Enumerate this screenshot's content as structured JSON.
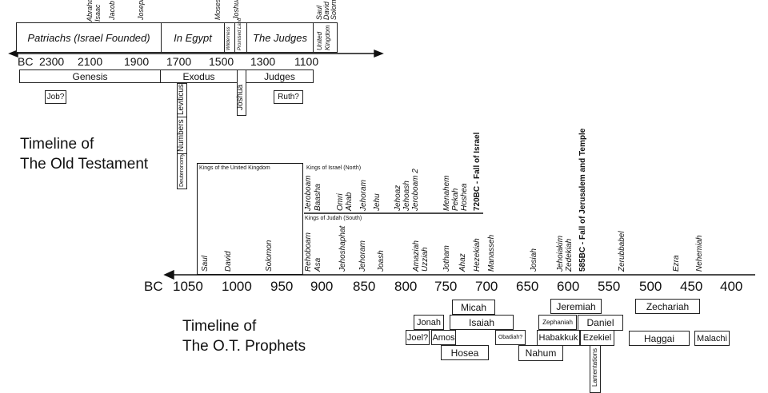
{
  "colors": {
    "ink": "#111111",
    "line": "#222222",
    "background": "#ffffff"
  },
  "titles": {
    "ot_line1": "Timeline of",
    "ot_line2": "The Old Testament",
    "prophets_line1": "Timeline of",
    "prophets_line2": "The O.T. Prophets"
  },
  "top": {
    "persons": [
      "Abraham",
      "Isaac",
      "Jacob",
      "Joseph",
      "Moses",
      "Joshua",
      "Saul",
      "David",
      "Solomon"
    ],
    "eras": {
      "patriarchs": "Patriachs (Israel Founded)",
      "egypt": "In Egypt",
      "wilderness": "Wilderness",
      "promised_land": "Promised Land",
      "judges": "The Judges",
      "united": "United",
      "kingdom": "Kingdom"
    },
    "axis": {
      "prefix": "BC",
      "ticks": [
        "2300",
        "2100",
        "1900",
        "1700",
        "1500",
        "1300",
        "1100"
      ]
    },
    "books": {
      "genesis": "Genesis",
      "exodus": "Exodus",
      "judges": "Judges",
      "joshua": "Joshua",
      "leviticus": "Leviticus",
      "numbers": "Numbers",
      "deuteronomy": "Deuteronomy",
      "job": "Job?",
      "ruth": "Ruth?"
    }
  },
  "kings": {
    "united_label": "Kings of the United Kingdom",
    "israel_label": "Kings of Israel (North)",
    "judah_label": "Kings of Judah (South)",
    "united": [
      "Saul",
      "David",
      "Solomon"
    ],
    "israel": [
      "Jeroboam",
      "Baasha",
      "Omri",
      "Ahab",
      "Jehoram",
      "Jehu",
      "Jehoaz",
      "Jehoash",
      "Jeroboam 2",
      "Menahem",
      "Pekah",
      "Hoshea"
    ],
    "israel_fall": "720BC - Fall of Israel",
    "judah": [
      "Rehoboam",
      "Asa",
      "Jehoshaphat",
      "Jehoram",
      "Joash",
      "Amaziah",
      "Uzziah",
      "Jotham",
      "Ahaz",
      "Hezekiah",
      "Manasseh",
      "Josiah",
      "Jehoiakim",
      "Zedekiah"
    ],
    "jerusalem_fall": "585BC - Fall of Jerusalem and Temple",
    "post_exile": [
      "Zerubbabel",
      "Ezra",
      "Nehemiah"
    ]
  },
  "bottom_axis": {
    "prefix": "BC",
    "ticks": [
      "1050",
      "1000",
      "950",
      "900",
      "850",
      "800",
      "750",
      "700",
      "650",
      "600",
      "550",
      "500",
      "450",
      "400"
    ]
  },
  "prophets": {
    "micah": "Micah",
    "jonah": "Jonah",
    "isaiah": "Isaiah",
    "joel": "Joel?",
    "amos": "Amos",
    "obadiah": "Obadiah?",
    "hosea": "Hosea",
    "jeremiah": "Jeremiah",
    "zephaniah": "Zephaniah",
    "daniel": "Daniel",
    "habakkuk": "Habakkuk",
    "ezekiel": "Ezekiel",
    "nahum": "Nahum",
    "lamentations": "Lamentations",
    "zechariah": "Zechariah",
    "haggai": "Haggai",
    "malachi": "Malachi"
  }
}
